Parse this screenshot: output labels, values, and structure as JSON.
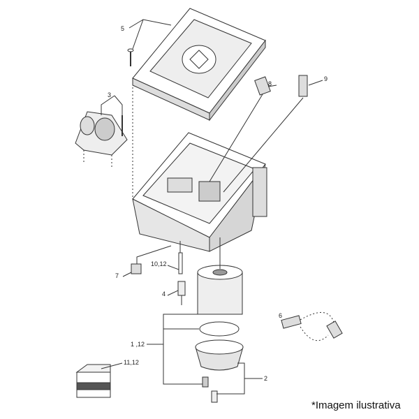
{
  "labels": {
    "p5": "5",
    "p3": "3",
    "p8": "8",
    "p9": "9",
    "p7": "7",
    "p10_12": "10,12",
    "p4": "4",
    "p6": "6",
    "p1_12": "1 ,12",
    "p11_12": "11,12",
    "p2": "2"
  },
  "note": "*Imagem ilustrativa"
}
